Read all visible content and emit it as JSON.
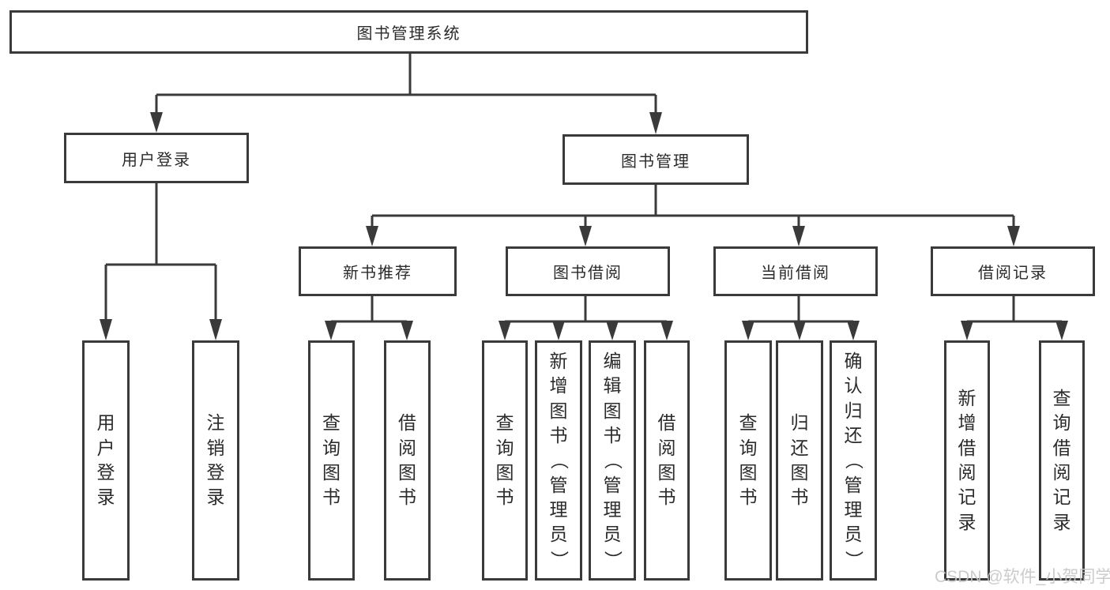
{
  "diagram": {
    "type": "hierarchy-tree",
    "colors": {
      "line": "#3a3a3a",
      "box_border": "#3a3a3a",
      "box_background": "#ffffff",
      "text": "#2b2b2b",
      "watermark": "#c7c7c7"
    },
    "watermark": {
      "text": "CSDN @软件_小贺同学"
    },
    "tree": {
      "label": "图书管理系统",
      "children": [
        {
          "label": "用户登录",
          "children": [
            {
              "label": "用户登录"
            },
            {
              "label": "注销登录"
            }
          ]
        },
        {
          "label": "图书管理",
          "children": [
            {
              "label": "新书推荐",
              "children": [
                {
                  "label": "查询图书"
                },
                {
                  "label": "借阅图书"
                }
              ]
            },
            {
              "label": "图书借阅",
              "children": [
                {
                  "label": "查询图书"
                },
                {
                  "label": "新增图书（管理员）"
                },
                {
                  "label": "编辑图书（管理员）"
                },
                {
                  "label": "借阅图书"
                }
              ]
            },
            {
              "label": "当前借阅",
              "children": [
                {
                  "label": "查询图书"
                },
                {
                  "label": "归还图书"
                },
                {
                  "label": "确认归还（管理员）"
                }
              ]
            },
            {
              "label": "借阅记录",
              "children": [
                {
                  "label": "新增借阅记录"
                },
                {
                  "label": "查询借阅记录"
                }
              ]
            }
          ]
        }
      ]
    }
  }
}
